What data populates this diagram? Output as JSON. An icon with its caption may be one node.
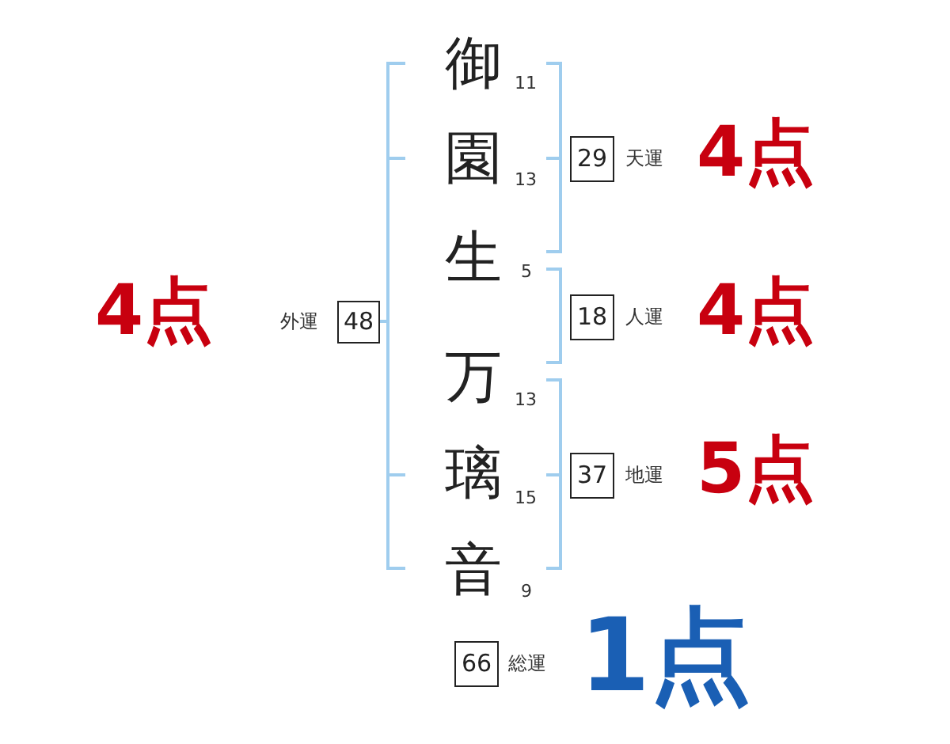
{
  "diagram": {
    "nodes": [
      {
        "text": [
          "29"
        ],
        "beside": [
          "天運",
          "4点"
        ]
      },
      {
        "text": [
          "48"
        ],
        "beside": [
          "4点",
          "外運"
        ]
      },
      {
        "text": [
          "18"
        ],
        "beside": [
          "人運",
          "4点"
        ]
      },
      {
        "text": [
          "37"
        ],
        "beside": [
          "地運",
          "5点"
        ]
      },
      {
        "text": [
          "66"
        ],
        "beside": [
          "総運",
          "1点"
        ]
      }
    ],
    "labels": [
      "御",
      "11",
      "園",
      "13",
      "生",
      "5",
      "万",
      "13",
      "璃",
      "15",
      "音",
      "9"
    ]
  }
}
